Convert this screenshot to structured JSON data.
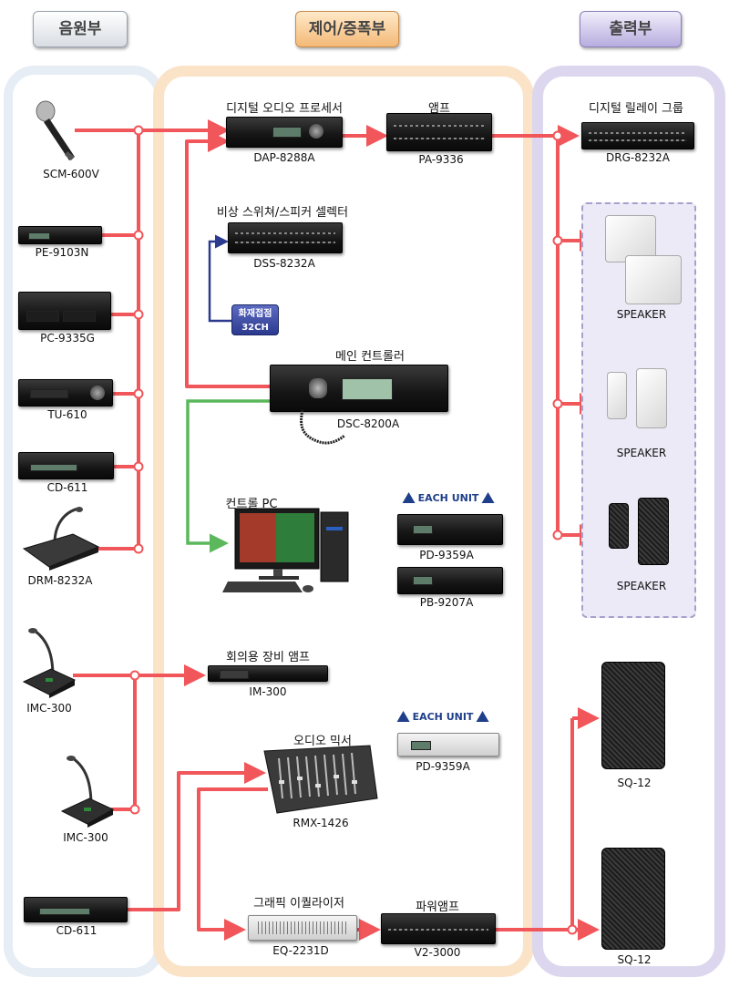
{
  "headers": {
    "source": "음원부",
    "control": "제어/증폭부",
    "output": "출력부"
  },
  "source": {
    "scm600v": "SCM-600V",
    "pe9103n": "PE-9103N",
    "pc9335g": "PC-9335G",
    "tu610": "TU-610",
    "cd611a": "CD-611",
    "drm8232a": "DRM-8232A",
    "imc300a": "IMC-300",
    "imc300b": "IMC-300",
    "cd611b": "CD-611"
  },
  "control": {
    "dap_title": "디지털 오디오 프로세서",
    "dap_model": "DAP-8288A",
    "amp_title": "앰프",
    "amp_model": "PA-9336",
    "dss_title": "비상 스위쳐/스피커 셀렉터",
    "dss_model": "DSS-8232A",
    "fire_line1": "화재접점",
    "fire_line2": "32CH",
    "main_title": "메인 컨트롤러",
    "main_model": "DSC-8200A",
    "pc_title": "컨트롤 PC",
    "each_unit_1": "EACH UNIT",
    "pd_model_1": "PD-9359A",
    "pb_model": "PB-9207A",
    "conf_title": "회의용 장비 앰프",
    "conf_model": "IM-300",
    "mixer_title": "오디오 믹서",
    "mixer_model": "RMX-1426",
    "each_unit_2": "EACH UNIT",
    "pd_model_2": "PD-9359A",
    "eq_title": "그래픽 이퀄라이저",
    "eq_model": "EQ-2231D",
    "power_title": "파워앰프",
    "power_model": "V2-3000"
  },
  "output": {
    "relay_title": "디지털 릴레이 그룹",
    "relay_model": "DRG-8232A",
    "spk1": "SPEAKER",
    "spk2": "SPEAKER",
    "spk3": "SPEAKER",
    "sq1": "SQ-12",
    "sq2": "SQ-12"
  },
  "colors": {
    "red_line": "#f0565a",
    "green_line": "#5cb85c",
    "blue_line": "#2b3a8f",
    "source_panel": "#e6edf5",
    "control_panel": "#fbe3c8",
    "output_panel": "#dcd7ee"
  }
}
